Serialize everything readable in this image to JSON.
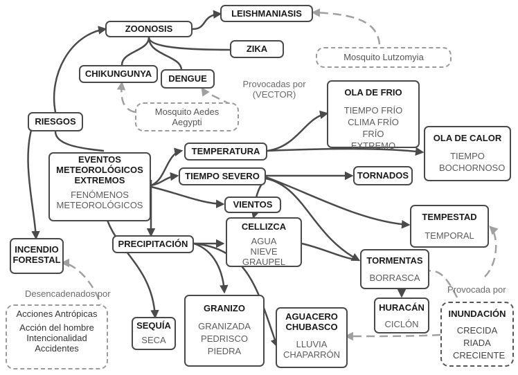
{
  "nodes": {
    "zoonosis": {
      "title": "ZOONOSIS"
    },
    "leishmaniasis": {
      "title": "LEISHMANIASIS"
    },
    "zika": {
      "title": "ZIKA"
    },
    "chikungunya": {
      "title": "CHIKUNGUNYA"
    },
    "dengue": {
      "title": "DENGUE"
    },
    "riesgos": {
      "title": "RIESGOS"
    },
    "eventos": {
      "title": "EVENTOS METEOROLÓGICOS EXTREMOS",
      "sub": "FENÓMENOS METEOROLÓGICOS"
    },
    "temperatura": {
      "title": "TEMPERATURA"
    },
    "tiempo_severo": {
      "title": "TIEMPO SEVERO"
    },
    "vientos": {
      "title": "VIENTOS"
    },
    "precipitacion": {
      "title": "PRECIPITACIÓN"
    },
    "cellizca": {
      "title": "CELLIZCA",
      "sub": "AGUA NIEVE GRAUPEL"
    },
    "ola_frio": {
      "title": "OLA DE FRIO",
      "sub": "TIEMPO FRÍO CLIMA FRÍO FRÍO EXTREMO"
    },
    "ola_calor": {
      "title": "OLA DE CALOR",
      "sub": "TIEMPO BOCHORNOSO"
    },
    "tornados": {
      "title": "TORNADOS"
    },
    "tempestad": {
      "title": "TEMPESTAD",
      "sub": "TEMPORAL"
    },
    "tormentas": {
      "title": "TORMENTAS",
      "sub": "BORRASCA"
    },
    "huracan": {
      "title": "HURACÁN",
      "sub": "CICLÓN"
    },
    "inundacion": {
      "title": "INUNDACIÓN",
      "sub": "CRECIDA RIADA CRECIENTE"
    },
    "granizo": {
      "title": "GRANIZO",
      "sub": "GRANIZADA PEDRISCO PIEDRA"
    },
    "aguacero": {
      "title": "AGUACERO CHUBASCO",
      "sub": "LLUVIA CHAPARRÓN"
    },
    "sequia": {
      "title": "SEQUÍA",
      "sub": "SECA"
    },
    "incendio": {
      "title": "INCENDIO FORESTAL"
    },
    "mosquito_lutzomyia": {
      "sub": "Mosquito Lutzomyia"
    },
    "mosquito_aedes": {
      "sub": "Mosquito Aedes Aegypti"
    },
    "acciones": {
      "sub": "Acciones Antrópicas",
      "sub2": "Acción del hombre Intencionalidad Accidentes"
    }
  },
  "labels": {
    "provocadas_vector": "Provocadas por (VECTOR)",
    "desencadenados": "Desencadenados por",
    "provocada_por": "Provocada por"
  },
  "colors": {
    "edge": "#4a4a4a",
    "dashed_edge": "#a0a0a0"
  }
}
